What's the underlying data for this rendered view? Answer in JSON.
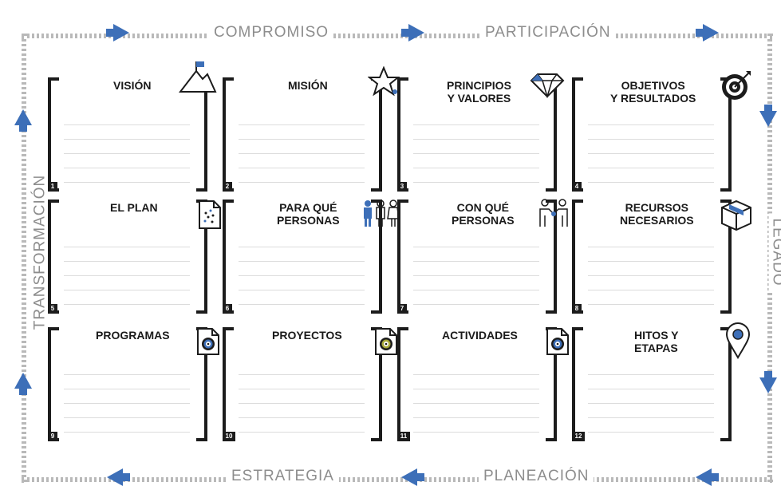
{
  "frame": {
    "top": [
      "COMPROMISO",
      "PARTICIPACIÓN"
    ],
    "bottom": [
      "ESTRATEGIA",
      "PLANEACIÓN"
    ],
    "left": "TRANSFORMACIÓN",
    "right": "LEGADO"
  },
  "colors": {
    "accent": "#3d6fb8",
    "ink": "#1c1c1c",
    "frame": "#b9b9b9"
  },
  "cards": [
    {
      "num": "1",
      "title": "VISIÓN",
      "icon": "mountain-flag-icon"
    },
    {
      "num": "2",
      "title": "MISIÓN",
      "icon": "star-icon"
    },
    {
      "num": "3",
      "title": "PRINCIPIOS\nY VALORES",
      "icon": "diamond-icon"
    },
    {
      "num": "4",
      "title": "OBJETIVOS\nY RESULTADOS",
      "icon": "target-icon"
    },
    {
      "num": "5",
      "title": "EL PLAN",
      "icon": "document-icon"
    },
    {
      "num": "6",
      "title": "PARA QUÉ\nPERSONAS",
      "icon": "people-icon"
    },
    {
      "num": "7",
      "title": "CON QUÉ\nPERSONAS",
      "icon": "handshake-icon"
    },
    {
      "num": "8",
      "title": "RECURSOS\nNECESARIOS",
      "icon": "box-icon"
    },
    {
      "num": "9",
      "title": "PROGRAMAS",
      "icon": "file-target-icon"
    },
    {
      "num": "10",
      "title": "PROYECTOS",
      "icon": "file-target-icon"
    },
    {
      "num": "11",
      "title": "ACTIVIDADES",
      "icon": "file-target-icon"
    },
    {
      "num": "12",
      "title": "HITOS Y\nETAPAS",
      "icon": "map-pin-icon"
    }
  ]
}
